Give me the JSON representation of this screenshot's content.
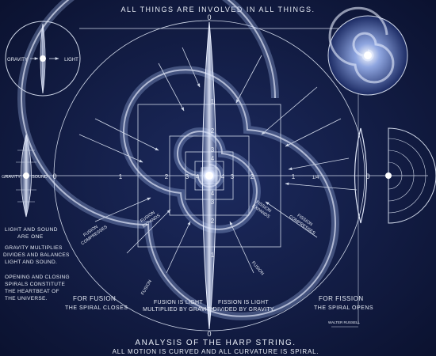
{
  "colors": {
    "background": "#101a3a",
    "line": "#cfd7e8",
    "glow": "#9fb4e4",
    "text": "#e8edf6"
  },
  "header": {
    "title": "ALL THINGS ARE INVOLVED IN ALL THINGS."
  },
  "footer": {
    "title": "ANALYSIS OF THE HARP STRING.",
    "subtitle": "ALL MOTION IS CURVED AND ALL CURVATURE IS SPIRAL."
  },
  "signature": {
    "name": "WALTER RUSSELL"
  },
  "vertical_markers": {
    "top": "0",
    "bottom": "0",
    "upper": [
      "1",
      "2",
      "3",
      "4"
    ],
    "lower": [
      "4",
      "3",
      "2",
      "1"
    ]
  },
  "horizontal_markers": {
    "left_zero": "0",
    "right_zero": "0",
    "left": [
      "1",
      "2",
      "3",
      "4"
    ],
    "right": [
      "4",
      "3",
      "2",
      "1"
    ]
  },
  "top_left_inset": {
    "left_label": "GRAVITY",
    "right_label": "LIGHT"
  },
  "left_inset": {
    "left_label": "GRAVITY",
    "right_label": "SOUND"
  },
  "left_notes": {
    "note1": [
      "LIGHT AND SOUND",
      "ARE ONE"
    ],
    "note2": [
      "GRAVITY MULTIPLIES",
      "DIVIDES AND BALANCES",
      "LIGHT AND SOUND."
    ],
    "note3": [
      "OPENING AND CLOSING",
      "SPIRALS CONSTITUTE",
      "THE HEARTBEAT OF",
      "THE UNIVERSE."
    ]
  },
  "bottom_left": [
    "FOR FUSION",
    "THE SPIRAL CLOSES"
  ],
  "bottom_right": [
    "FOR FISSION",
    "THE SPIRAL OPENS"
  ],
  "center_notes": {
    "left": [
      "FUSION IS LIGHT",
      "MULTIPLIED BY GRAVITY."
    ],
    "right": [
      "FISSION IS LIGHT",
      "DIVIDED BY GRAVITY."
    ]
  },
  "diagonal_labels": {
    "fusion_compresses": [
      "FUSION",
      "COMPRESSES"
    ],
    "fusion_expands": [
      "FUSION",
      "EXPANDS"
    ],
    "fission_expands": [
      "FISSION",
      "EXPANDS"
    ],
    "fission_compresses": [
      "FISSION",
      "COMPRESSES"
    ],
    "fusion_lower": "FUSION",
    "fusion_lower_right": "FUSION"
  },
  "right_marker": "1/4"
}
